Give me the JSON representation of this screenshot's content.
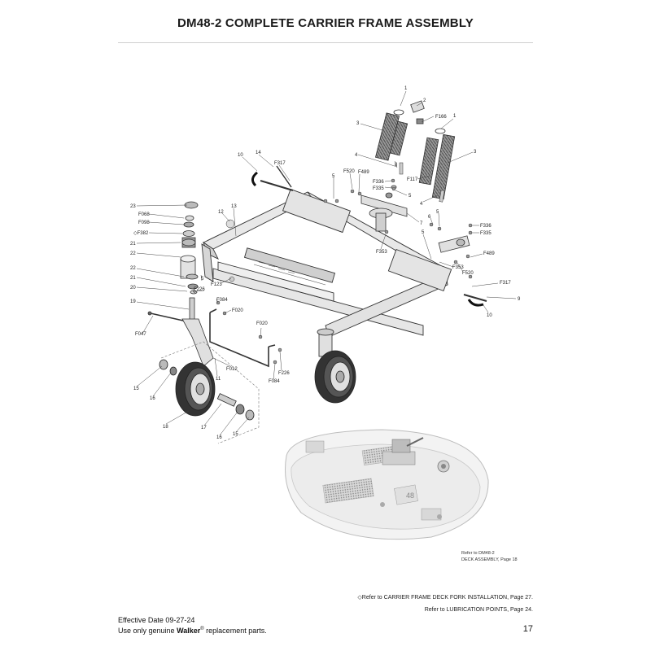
{
  "page": {
    "title": "DM48-2 COMPLETE CARRIER FRAME ASSEMBLY",
    "deck_reference_line1": "Refer to DM48-2",
    "deck_reference_line2": "DECK ASSEMBLY, Page 18",
    "deck_badge": "48",
    "note_fork": "◇Refer to CARRIER FRAME DECK FORK INSTALLATION, Page 27.",
    "note_lube": "Refer to LUBRICATION POINTS, Page 24.",
    "effective_date": "Effective Date 09-27-24",
    "footer_prefix": "Use only genuine ",
    "footer_brand": "Walker",
    "footer_reg": "®",
    "footer_suffix": " replacement parts.",
    "page_number": "17"
  },
  "callouts": {
    "c1a": "1",
    "c2": "2",
    "cF166": "F166",
    "c1b": "1",
    "c3a": "3",
    "c3b": "3",
    "c10a": "10",
    "c14": "14",
    "cF317a": "F317",
    "c4a": "4",
    "c8": "8",
    "cF336a": "F336",
    "cF335a": "F335",
    "cF117": "F117",
    "c5a": "5",
    "cF520a": "F520",
    "cF489a": "F489",
    "c5b": "5",
    "c4b": "4",
    "c23": "23",
    "cF068": "F068",
    "cF098": "F098",
    "cF382": "◇F382",
    "c21a": "21",
    "c22a": "22",
    "c12": "12",
    "c13": "13",
    "c7": "7",
    "c6": "6",
    "c5c": "5",
    "cF336b": "F336",
    "cF335b": "F335",
    "cF353a": "F353",
    "c5d": "5",
    "cF489b": "F489",
    "cF353b": "F353",
    "cF520b": "F520",
    "c22b": "22",
    "c21b": "21",
    "c20": "20",
    "c5e": "5",
    "cF123": "F123",
    "cF226a": "F226",
    "cF084a": "F084",
    "cF317b": "F317",
    "c9": "9",
    "c10b": "10",
    "c19": "19",
    "cF020a": "F020",
    "cF047": "F047",
    "cF020b": "F020",
    "cF012": "F012",
    "c11": "11",
    "cF226b": "F226",
    "cF084b": "F084",
    "c15a": "15",
    "c16a": "16",
    "c18": "18",
    "c17": "17",
    "c16b": "16",
    "c15b": "15"
  }
}
